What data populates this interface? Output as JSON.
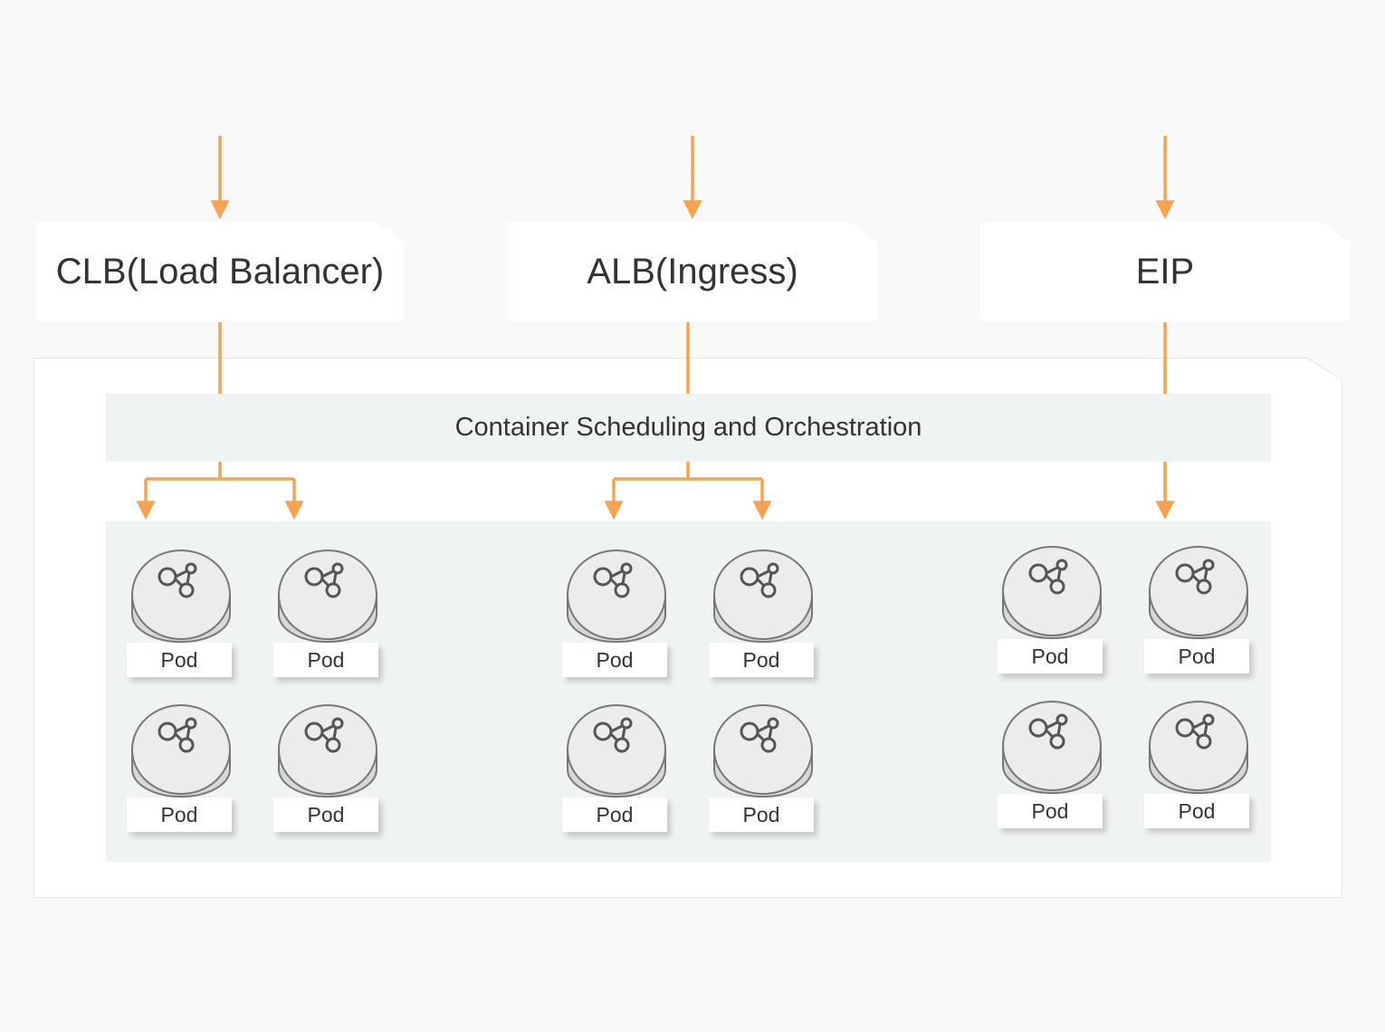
{
  "entries": [
    {
      "label": "CLB(Load Balancer)"
    },
    {
      "label": "ALB(Ingress)"
    },
    {
      "label": "EIP"
    }
  ],
  "scheduler": {
    "label": "Container Scheduling and Orchestration"
  },
  "pod_label": "Pod",
  "colors": {
    "arrow": "#f7a24e",
    "panel": "#f0f3f4",
    "card": "#ffffff",
    "pod_border": "#777777"
  },
  "icons": {
    "pod": "share-node-icon"
  }
}
